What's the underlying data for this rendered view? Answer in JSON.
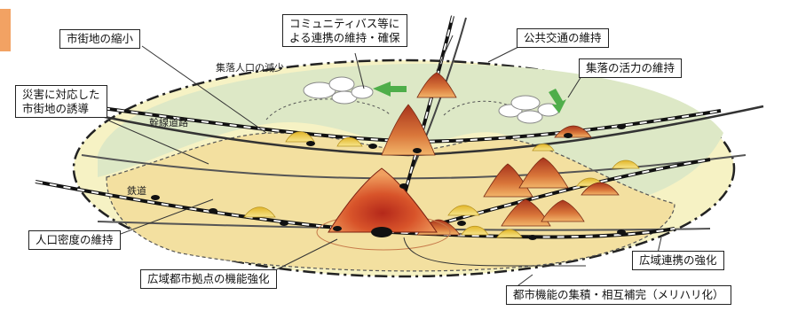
{
  "callouts": {
    "city_shrink": "市街地の縮小",
    "community_bus_line1": "コミュニティバス等に",
    "community_bus_line2": "よる連携の維持・確保",
    "public_transport": "公共交通の維持",
    "settlement_vitality": "集落の活力の維持",
    "disaster_line1": "災害に対応した",
    "disaster_line2": "市街地の誘導",
    "pop_density": "人口密度の維持",
    "regional_hub": "広域都市拠点の機能強化",
    "wide_area": "広域連携の強化",
    "urban_functions": "都市機能の集積・相互補完（メリハリ化）"
  },
  "map_labels": {
    "settlement_decline": "集落人口の減少",
    "trunk_road": "幹線道路",
    "railway": "鉄道"
  },
  "colors": {
    "ellipse_fill": "#f6f2c4",
    "green_zone": "#dde8c6",
    "urban_zone": "#f3e0a0",
    "cone_dark": "#c9431b",
    "cone_mid": "#e39a4a",
    "cone_yellow": "#f0d860",
    "arrow_green": "#4fae4a"
  }
}
